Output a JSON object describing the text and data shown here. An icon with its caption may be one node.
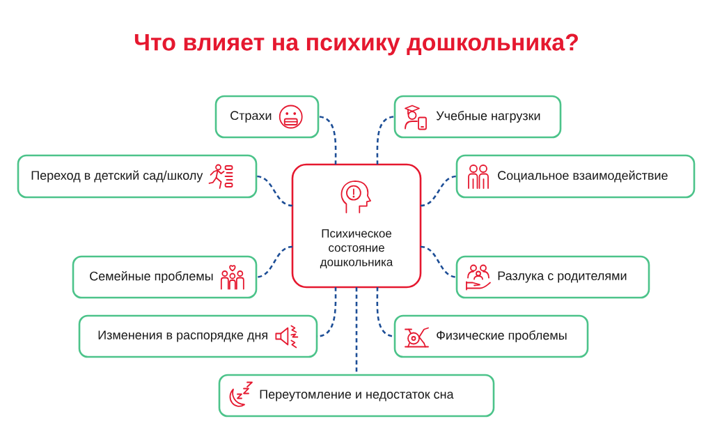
{
  "diagram": {
    "title": "Что влияет на психику дошкольника?",
    "nodes": [
      {
        "text": [
          "Страхи"
        ]
      },
      {
        "text": [
          "Учебные нагрузки"
        ]
      },
      {
        "text": [
          "Переход в детский сад/школу"
        ]
      },
      {
        "text": [
          "Социальное взаимодействие"
        ]
      },
      {
        "text": [
          "Психическое состояние дошкольника"
        ]
      },
      {
        "text": [
          "Семейные проблемы"
        ]
      },
      {
        "text": [
          "Разлука с родителями"
        ]
      },
      {
        "text": [
          "Изменения в распорядке дня"
        ]
      },
      {
        "text": [
          "Физические проблемы"
        ]
      },
      {
        "text": [
          "Переутомление и недостаток сна"
        ]
      }
    ],
    "edges": [
      {
        "from": 4,
        "to": 0,
        "arrow": "none",
        "style": "dashed"
      },
      {
        "from": 4,
        "to": 1,
        "arrow": "none",
        "style": "dashed"
      },
      {
        "from": 4,
        "to": 2,
        "arrow": "none",
        "style": "dashed"
      },
      {
        "from": 4,
        "to": 3,
        "arrow": "none",
        "style": "dashed"
      },
      {
        "from": 4,
        "to": 5,
        "arrow": "none",
        "style": "dashed"
      },
      {
        "from": 4,
        "to": 6,
        "arrow": "none",
        "style": "dashed"
      },
      {
        "from": 4,
        "to": 7,
        "arrow": "none",
        "style": "dashed"
      },
      {
        "from": 4,
        "to": 8,
        "arrow": "none",
        "style": "dashed"
      },
      {
        "from": 4,
        "to": 9,
        "arrow": "none",
        "style": "dashed"
      }
    ]
  }
}
